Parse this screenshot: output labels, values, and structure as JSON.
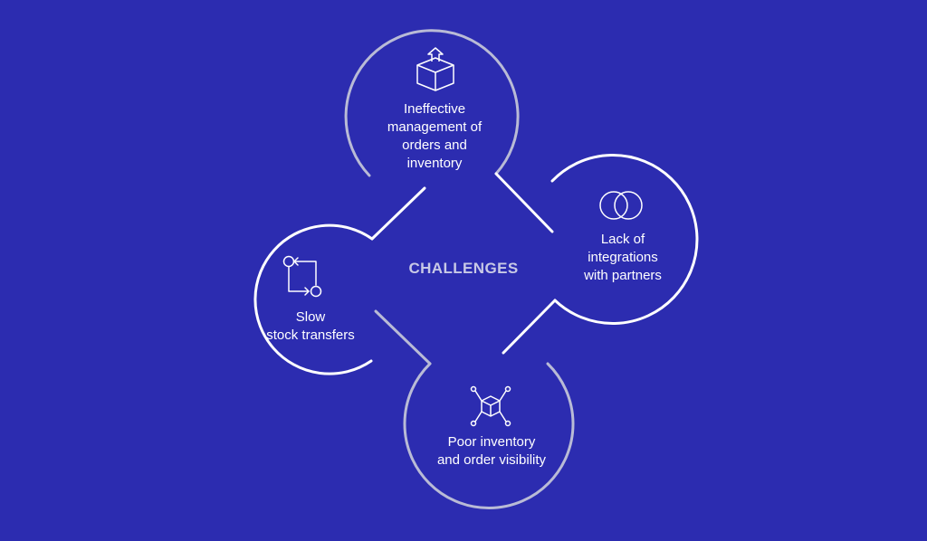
{
  "diagram": {
    "center_label": "CHALLENGES",
    "nodes": [
      {
        "id": "top",
        "label": "Ineffective\nmanagement of\norders and\ninventory",
        "icon": "box-upload-icon"
      },
      {
        "id": "right",
        "label": "Lack of\nintegrations\nwith partners",
        "icon": "linked-circles-icon"
      },
      {
        "id": "bottom",
        "label": "Poor inventory\nand order visibility",
        "icon": "cube-network-icon"
      },
      {
        "id": "left",
        "label": "Slow\nstock transfers",
        "icon": "transfer-flow-icon"
      }
    ]
  },
  "colors": {
    "background": "#2c2cb0",
    "outline_grey": "#b9bbd6",
    "outline_white": "#ffffff",
    "center_text": "#c8c9e6"
  }
}
